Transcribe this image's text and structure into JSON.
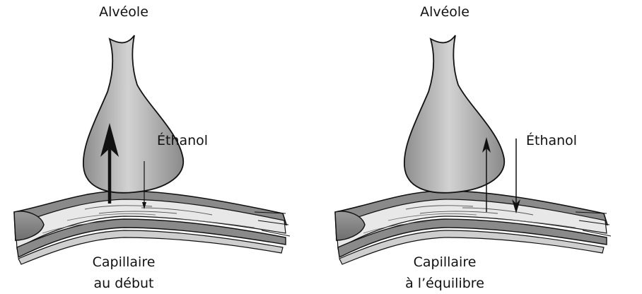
{
  "panels": [
    {
      "alveole_label": "Alvéole",
      "ethanol_label": "Éthanol",
      "capillaire_line1": "Capillaire",
      "capillaire_line2": "au début"
    },
    {
      "alveole_label": "Alvéole",
      "ethanol_label": "Éthanol",
      "capillaire_line1": "Capillaire",
      "capillaire_line2": "à l’équilibre"
    }
  ]
}
